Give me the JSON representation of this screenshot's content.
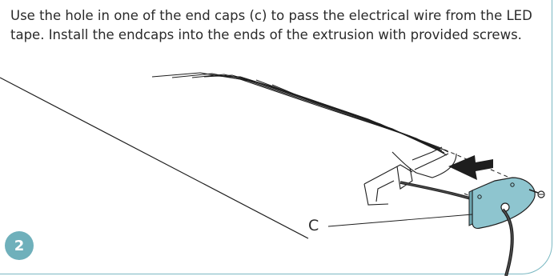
{
  "instruction_text": "Use the hole in one of the end caps (c) to pass the electrical wire from the LED tape. Install the endcaps into the ends of the extrusion with provided screws.",
  "step_number": "2",
  "callout_label": "C",
  "colors": {
    "accent": "#6fb0bb",
    "endcap_fill": "#8ec5cf",
    "line": "#1e1e1e",
    "border": "#7ab8c2"
  },
  "icons": [
    "arrow-icon",
    "screw-icon",
    "endcap-icon",
    "wire-icon"
  ]
}
